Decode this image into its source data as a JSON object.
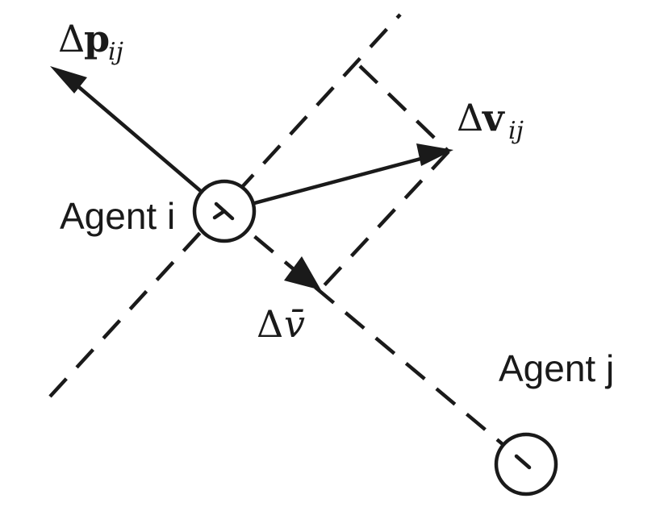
{
  "labels": {
    "agent_i": "Agent i",
    "agent_j": "Agent j",
    "delta": "Δ",
    "p": "p",
    "v": "v",
    "sub_ij": "ij",
    "vbar": "v̄"
  }
}
